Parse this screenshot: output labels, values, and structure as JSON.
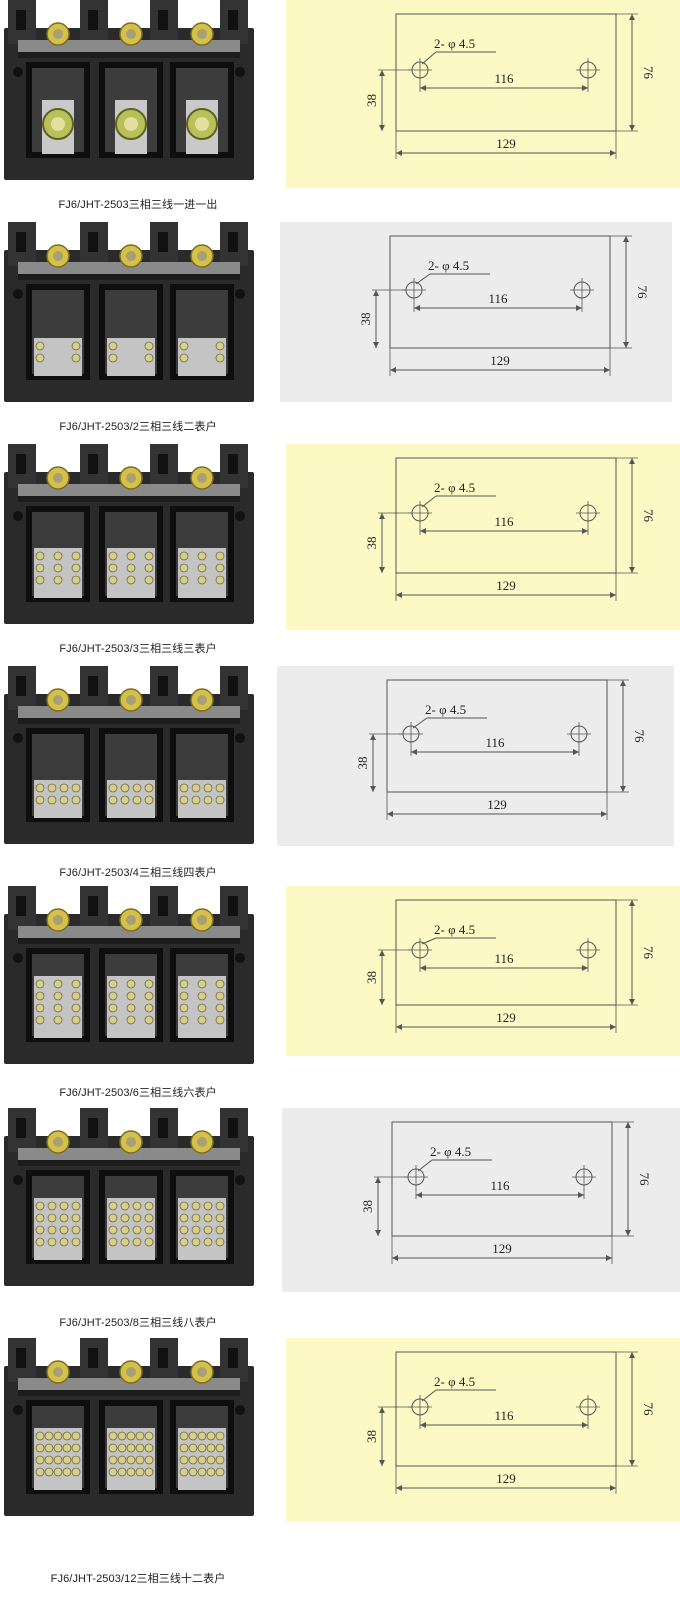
{
  "colors": {
    "panel_yellow": "#fdf9c4",
    "panel_gray": "#ececec",
    "block_black": "#2a2a2a",
    "line": "#555555"
  },
  "rows": [
    {
      "caption": "FJ6/JHT-2503三相三线一进一出",
      "terminal_rows": 0,
      "terminal_cols": 0,
      "bg": "yellow",
      "dims": {
        "holes": "2- φ 4.5",
        "pitch": "116",
        "width": "129",
        "height_small": "38",
        "height": "76"
      }
    },
    {
      "caption": "FJ6/JHT-2503/2三相三线二表户",
      "terminal_rows": 2,
      "terminal_cols": 2,
      "bg": "gray",
      "dims": {
        "holes": "2- φ 4.5",
        "pitch": "116",
        "width": "129",
        "height_small": "38",
        "height": "76"
      }
    },
    {
      "caption": "FJ6/JHT-2503/3三相三线三表户",
      "terminal_rows": 3,
      "terminal_cols": 3,
      "bg": "yellow",
      "dims": {
        "holes": "2- φ 4.5",
        "pitch": "116",
        "width": "129",
        "height_small": "38",
        "height": "76"
      }
    },
    {
      "caption": "FJ6/JHT-2503/4三相三线四表户",
      "terminal_rows": 2,
      "terminal_cols": 4,
      "bg": "gray",
      "dims": {
        "holes": "2- φ 4.5",
        "pitch": "116",
        "width": "129",
        "height_small": "38",
        "height": "76"
      }
    },
    {
      "caption": "FJ6/JHT-2503/6三相三线六表户",
      "terminal_rows": 4,
      "terminal_cols": 3,
      "bg": "yellow",
      "dims": {
        "holes": "2- φ 4.5",
        "pitch": "116",
        "width": "129",
        "height_small": "38",
        "height": "76"
      }
    },
    {
      "caption": "FJ6/JHT-2503/8三相三线八表户",
      "terminal_rows": 4,
      "terminal_cols": 4,
      "bg": "gray",
      "dims": {
        "holes": "2- φ 4.5",
        "pitch": "116",
        "width": "129",
        "height_small": "38",
        "height": "76"
      }
    },
    {
      "caption": "FJ6/JHT-2503/12三相三线十二表户",
      "terminal_rows": 4,
      "terminal_cols": 5,
      "bg": "yellow",
      "dims": {
        "holes": "2- φ 4.5",
        "pitch": "116",
        "width": "129",
        "height_small": "38",
        "height": "76"
      }
    }
  ]
}
